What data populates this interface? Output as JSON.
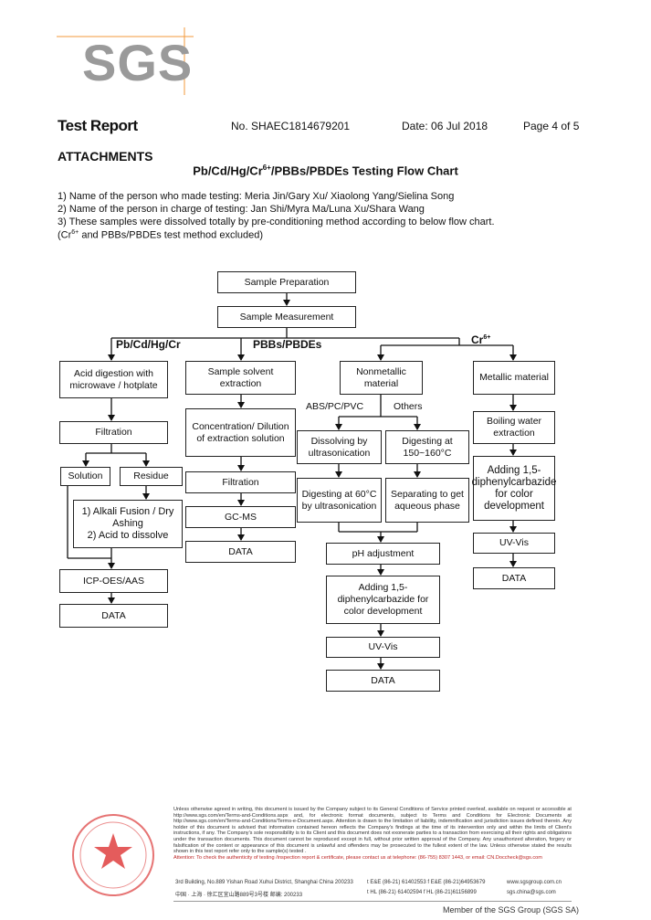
{
  "logo": {
    "text": "SGS",
    "color": "#9a9a9a",
    "accent": "#f39a3b"
  },
  "header": {
    "title": "Test Report",
    "report_no": "No. SHAEC1814679201",
    "date": "Date: 06 Jul 2018",
    "page": "Page 4 of 5"
  },
  "attachments_label": "ATTACHMENTS",
  "chart_title": {
    "pre": "Pb/Cd/Hg/Cr",
    "sup": "6+",
    "post": "/PBBs/PBDEs Testing Flow Chart"
  },
  "notes": {
    "n1": "1) Name of the person who made testing: Meria Jin/Gary Xu/ Xiaolong Yang/Sielina Song",
    "n2": "2) Name of the person in charge of testing: Jan Shi/Myra Ma/Luna Xu/Shara Wang",
    "n3": "3) These samples were dissolved totally by pre-conditioning method according to below flow chart.",
    "n4_pre": "(Cr",
    "n4_sup": "6+",
    "n4_post": " and PBBs/PBDEs test method excluded)"
  },
  "flow": {
    "sample_preparation": "Sample Preparation",
    "sample_measurement": "Sample Measurement",
    "branch_pb": "Pb/Cd/Hg/Cr",
    "branch_pbb": "PBBs/PBDEs",
    "branch_cr_pre": "Cr",
    "branch_cr_sup": "6+",
    "pb": {
      "acid_digestion": "Acid digestion with microwave / hotplate",
      "filtration": "Filtration",
      "solution": "Solution",
      "residue": "Residue",
      "alkali_1": "1) Alkali Fusion / Dry Ashing",
      "alkali_2": "2) Acid to dissolve",
      "icp": "ICP-OES/AAS",
      "data": "DATA"
    },
    "pbb": {
      "solvent": "Sample solvent extraction",
      "concentration": "Concentration/ Dilution of extraction solution",
      "filtration": "Filtration",
      "gcms": "GC-MS",
      "data": "DATA"
    },
    "cr_nonmetal": {
      "nonmetallic": "Nonmetallic material",
      "abs_label": "ABS/PC/PVC",
      "others_label": "Others",
      "dissolving": "Dissolving by ultrasonication",
      "digesting_150": "Digesting at 150~160°C",
      "digesting_60": "Digesting at 60°C by ultrasonication",
      "separating": "Separating to get aqueous phase",
      "ph": "pH adjustment",
      "adding": "Adding 1,5-diphenylcarbazide for color development",
      "uvvis": "UV-Vis",
      "data": "DATA"
    },
    "cr_metal": {
      "metallic": "Metallic material",
      "boiling": "Boiling water extraction",
      "adding": "Adding 1,5-diphenylcarbazide for color development",
      "uvvis": "UV-Vis",
      "data": "DATA"
    }
  },
  "footer": {
    "disclaimer": "Unless otherwise agreed in writing, this document is issued by the Company subject to its General Conditions of Service printed overleaf, available on request or accessible at http://www.sgs.com/en/Terms-and-Conditions.aspx and, for electronic format documents, subject to Terms and Conditions for Electronic Documents at http://www.sgs.com/en/Terms-and-Conditions/Terms-e-Document.aspx. Attention is drawn to the limitation of liability, indemnification and jurisdiction issues defined therein. Any holder of this document is advised that information contained hereon reflects the Company's findings at the time of its intervention only and within the limits of Client's instructions, if any. The Company's sole responsibility is to its Client and this document does not exonerate parties to a transaction from exercising all their rights and obligations under the transaction documents. This document cannot be reproduced except in full, without prior written approval of the Company. Any unauthorized alteration, forgery or falsification of the content or appearance of this document is unlawful and offenders may be prosecuted to the fullest extent of the law. Unless otherwise stated the results shown in this test report refer only to the sample(s) tested .",
    "attention": "Attention: To check the authenticity of testing /inspection report & certificate, please contact us at telephone: (86-755) 8307 1443, or email: CN.Doccheck@sgs.com",
    "addr_en": "3rd Building, No.889 Yishan Road Xuhui District, Shanghai China   200233",
    "addr_cn": "中国 · 上海 · 徐汇区宜山路889号3号楼   邮编: 200233",
    "tel_en": "t E&E (86-21) 61402553   f E&E (86-21)64953679",
    "tel_cn": "t HL (86-21) 61402594   f HL (86-21)61156899",
    "web_en": "www.sgsgroup.com.cn",
    "web_cn": "sgs.china@sgs.com",
    "member": "Member of the SGS Group (SGS SA)"
  }
}
